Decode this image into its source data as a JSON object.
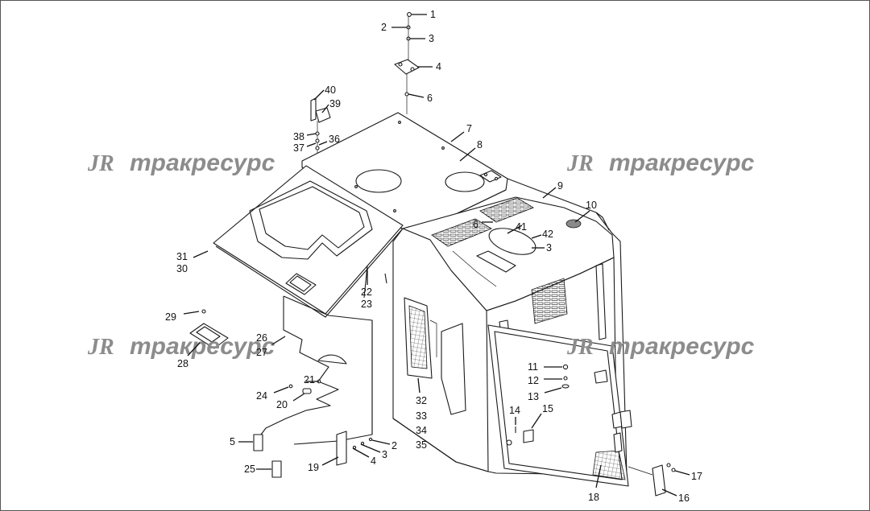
{
  "watermarks": [
    {
      "logo": "JR",
      "text": "тракресурс"
    },
    {
      "logo": "JR",
      "text": "тракресурс"
    },
    {
      "logo": "JR",
      "text": "тракресурс"
    },
    {
      "logo": "JR",
      "text": "тракресурс"
    }
  ],
  "callouts": [
    {
      "num": "1"
    },
    {
      "num": "2"
    },
    {
      "num": "3"
    },
    {
      "num": "4"
    },
    {
      "num": "6"
    },
    {
      "num": "40"
    },
    {
      "num": "39"
    },
    {
      "num": "38"
    },
    {
      "num": "37"
    },
    {
      "num": "36"
    },
    {
      "num": "7"
    },
    {
      "num": "8"
    },
    {
      "num": "9"
    },
    {
      "num": "10"
    },
    {
      "num": "6"
    },
    {
      "num": "41"
    },
    {
      "num": "42"
    },
    {
      "num": "3"
    },
    {
      "num": "31"
    },
    {
      "num": "30"
    },
    {
      "num": "22"
    },
    {
      "num": "23"
    },
    {
      "num": "29"
    },
    {
      "num": "28"
    },
    {
      "num": "26"
    },
    {
      "num": "27"
    },
    {
      "num": "21"
    },
    {
      "num": "24"
    },
    {
      "num": "20"
    },
    {
      "num": "32"
    },
    {
      "num": "33"
    },
    {
      "num": "34"
    },
    {
      "num": "35"
    },
    {
      "num": "11"
    },
    {
      "num": "12"
    },
    {
      "num": "13"
    },
    {
      "num": "14"
    },
    {
      "num": "15"
    },
    {
      "num": "5"
    },
    {
      "num": "25"
    },
    {
      "num": "19"
    },
    {
      "num": "4"
    },
    {
      "num": "3"
    },
    {
      "num": "2"
    },
    {
      "num": "18"
    },
    {
      "num": "17"
    },
    {
      "num": "16"
    }
  ]
}
